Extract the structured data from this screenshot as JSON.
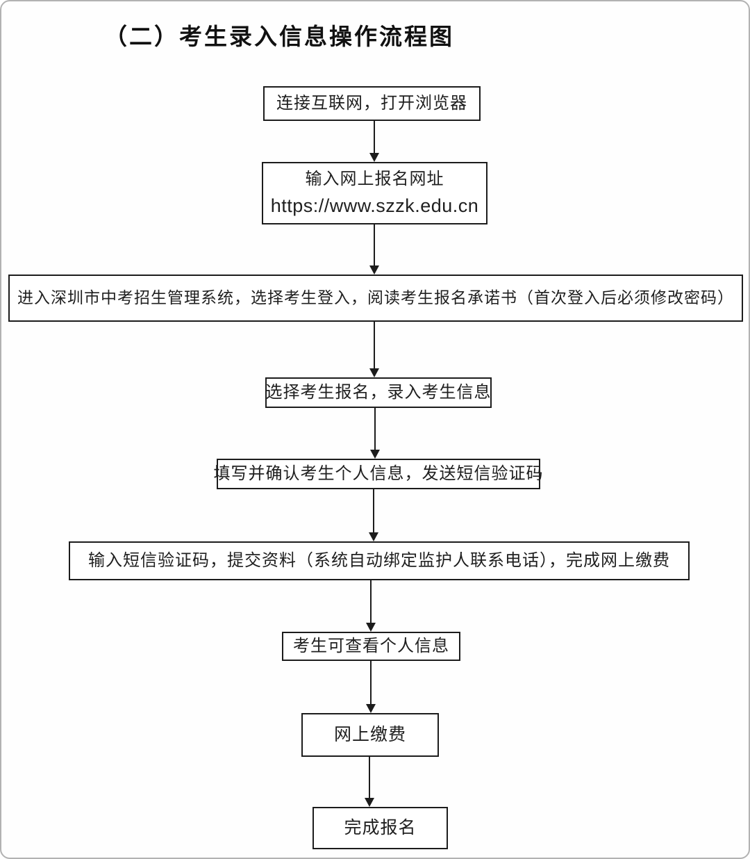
{
  "page": {
    "title": "（二）考生录入信息操作流程图"
  },
  "flow": {
    "steps": [
      {
        "label": "连接互联网，打开浏览器"
      },
      {
        "label": "输入网上报名网址",
        "url": "https://www.szzk.edu.cn"
      },
      {
        "label": "进入深圳市中考招生管理系统，选择考生登入，阅读考生报名承诺书（首次登入后必须修改密码）"
      },
      {
        "label": "选择考生报名，录入考生信息"
      },
      {
        "label": "填写并确认考生个人信息，发送短信验证码"
      },
      {
        "label": "输入短信验证码，提交资料（系统自动绑定监护人联系电话），完成网上缴费"
      },
      {
        "label": "考生可查看个人信息"
      },
      {
        "label": "网上缴费"
      },
      {
        "label": "完成报名"
      }
    ]
  },
  "colors": {
    "box_border": "#1c1c1c",
    "text": "#1f1f1f",
    "page_border": "#b2b2b2",
    "background": "#ffffff"
  }
}
